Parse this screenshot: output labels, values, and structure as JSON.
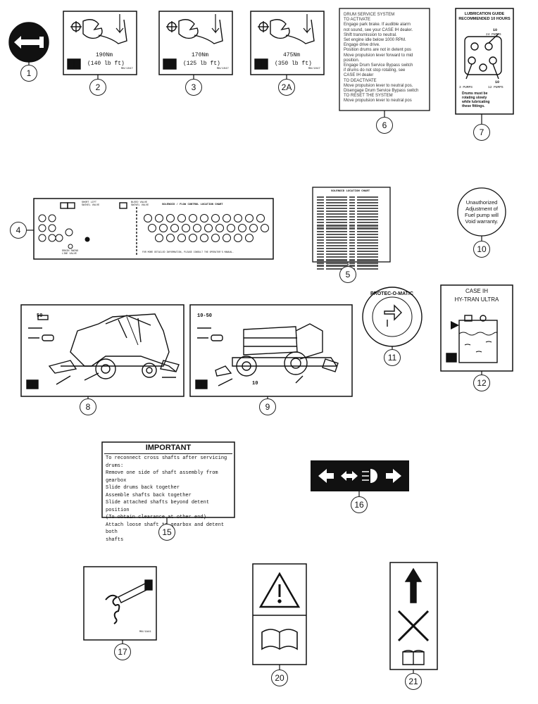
{
  "decals": {
    "d1": {
      "callout": "1"
    },
    "d2": {
      "callout": "2",
      "torque": "190Nm",
      "torque_ft": "(140 lb ft)",
      "code": "MN/1047"
    },
    "d3": {
      "callout": "3",
      "torque": "170Nm",
      "torque_ft": "(125 lb ft)",
      "code": "MN/1047"
    },
    "d2a": {
      "callout": "2A",
      "torque": "475Nm",
      "torque_ft": "(350 lb ft)",
      "code": "MN/1047"
    },
    "d6": {
      "callout": "6",
      "lines": [
        "DRUM SERVICE SYSTEM",
        "TO ACTIVATE",
        "Engage park brake. If audible alarm",
        "not sound, see your CASE IH dealer.",
        "Shift transmission to neutral.",
        "Set engine idle below 1000 RPM.",
        "Engage drive drive.",
        "Position drums are not in detent pos",
        "Move propulsion lever forward to mid",
        "position.",
        "Engage Drum Service Bypass switch",
        "if drums do not stop rotating, see",
        "CASE IH dealer",
        "TO DEACTIVATE",
        "Move propulsion lever to neutral pos.",
        "Disengage Drum Service Bypass switch",
        "TO RESET THE SYSTEM",
        "Move propulsion lever to neutral pos"
      ]
    },
    "d7": {
      "callout": "7",
      "title1": "LUBRICATION GUIDE",
      "title2": "RECOMMENDED 10 HOURS",
      "l1": "10",
      "l2": "24 PUMPS",
      "l3": "3 PUMPS",
      "l4": "10",
      "l5": "12 PUMPS",
      "note": [
        "Drums must be",
        "rotating slowly",
        "while lubricating",
        "these fittings."
      ]
    },
    "d4": {
      "callout": "4",
      "label1": "SHORT LIFT",
      "label2": "SWIVEL VALVE",
      "label3": "BLEED VALVE",
      "label4": "SWIVEL VALVE",
      "title": "SOLENOID / FLOW CONTROL LOCATION CHART",
      "bottom": "DRAIN SWING",
      "bottom2": "LINE VALVE",
      "footer": "FOR MORE DETAILED INFORMATION, PLEASE CONSULT THE OPERATOR'S MANUAL."
    },
    "d5": {
      "callout": "5",
      "title": "SOLENOID LOCATION CHART"
    },
    "d10": {
      "callout": "10",
      "text": [
        "Unauthorized",
        "Adjustment of",
        "Fuel pump will",
        "Void warranty."
      ]
    },
    "d8": {
      "callout": "8",
      "hours": "50"
    },
    "d9": {
      "callout": "9",
      "hours": "10-50",
      "hours_b": "10"
    },
    "d11": {
      "callout": "11",
      "text": "PROTEC-O-MATIC"
    },
    "d12": {
      "callout": "12",
      "line1": "CASE IH",
      "line2": "HY-TRAN ULTRA"
    },
    "d15": {
      "callout": "15",
      "title": "IMPORTANT",
      "lines": [
        "To reconnect cross shafts after servicing drums:",
        "Remove one side of shaft assembly from gearbox",
        "Slide drums back together",
        "Assemble shafts back together",
        "Slide attached shafts beyond detent position",
        "(To obtain clearance at other end)",
        "Attach loose shaft to gearbox and detent both",
        "shafts"
      ]
    },
    "d16": {
      "callout": "16"
    },
    "d17": {
      "callout": "17",
      "code": "MN/1A41"
    },
    "d20": {
      "callout": "20"
    },
    "d21": {
      "callout": "21"
    }
  }
}
